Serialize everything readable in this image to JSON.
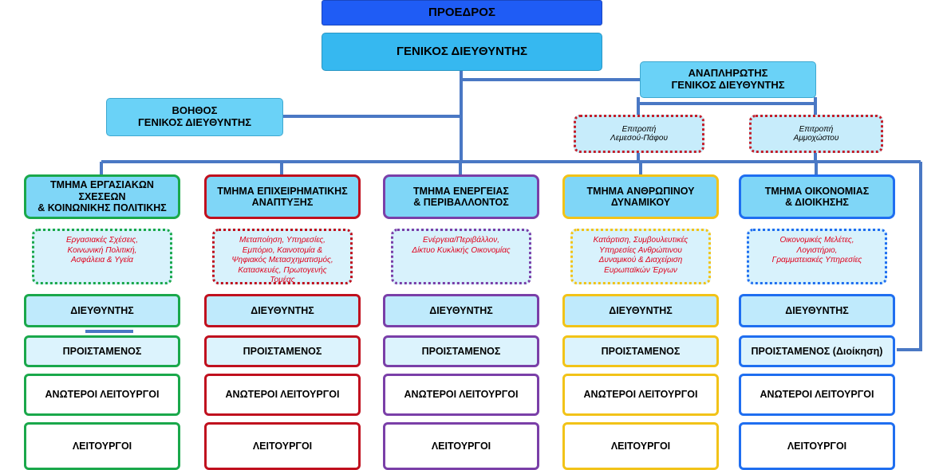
{
  "president": "ΠΡΟΕΔΡΟΣ",
  "general_manager": "ΓΕΝΙΚΟΣ ΔΙΕΥΘΥΝΤΗΣ",
  "deputy_gm": "ΑΝΑΠΛΗΡΩΤΗΣ\nΓΕΝΙΚΟΣ ΔΙΕΥΘΥΝΤΗΣ",
  "assistant_gm": "ΒΟΗΘΟΣ\nΓΕΝΙΚΟΣ ΔΙΕΥΘΥΝΤΗΣ",
  "committees": [
    {
      "label": "Επιτροπή\nΛεμεσού-Πάφου"
    },
    {
      "label": "Επιτροπή\nΑμμοχώστου"
    }
  ],
  "colors": {
    "green": "#1aa84b",
    "red": "#c0101e",
    "purple": "#7a3fa8",
    "yellow": "#f2c318",
    "blue": "#1f6ef0",
    "connector": "#4a78c4",
    "description_text": "#e0001b"
  },
  "departments": [
    {
      "name": "ΤΜΗΜΑ ΕΡΓΑΣΙΑΚΩΝ\nΣΧΕΣΕΩΝ\n& ΚΟΙΝΩΝΙΚΗΣ ΠΟΛΙΤΙΚΗΣ",
      "color": "green",
      "description": "Εργασιακές Σχέσεις,\nΚοινωνική Πολιτική,\nΑσφάλεια & Υγεία",
      "director": "ΔΙΕΥΘΥΝΤΗΣ",
      "head": "ΠΡΟΙΣΤΑΜΕΝΟΣ",
      "senior": "ΑΝΩΤΕΡΟΙ ΛΕΙΤΟΥΡΓΟΙ",
      "officers": "ΛΕΙΤΟΥΡΓΟΙ"
    },
    {
      "name": "ΤΜΗΜΑ ΕΠΙΧΕΙΡΗΜΑΤΙΚΗΣ\nΑΝΑΠΤΥΞΗΣ",
      "color": "red",
      "description": "Μεταποίηση, Υπηρεσίες,\nΕμπόριο, Καινοτομία &\nΨηφιακός Μετασχηματισμός,\nΚατασκευές, Πρωτογενής\nΤομέας",
      "director": "ΔΙΕΥΘΥΝΤΗΣ",
      "head": "ΠΡΟΙΣΤΑΜΕΝΟΣ",
      "senior": "ΑΝΩΤΕΡΟΙ ΛΕΙΤΟΥΡΓΟΙ",
      "officers": "ΛΕΙΤΟΥΡΓΟΙ"
    },
    {
      "name": "ΤΜΗΜΑ ΕΝΕΡΓΕΙΑΣ\n& ΠΕΡΙΒΑΛΛΟΝΤΟΣ",
      "color": "purple",
      "description": "Ενέργεια/Περιβάλλον,\nΔίκτυο Κυκλικής Οικονομίας",
      "director": "ΔΙΕΥΘΥΝΤΗΣ",
      "head": "ΠΡΟΙΣΤΑΜΕΝΟΣ",
      "senior": "ΑΝΩΤΕΡΟΙ ΛΕΙΤΟΥΡΓΟΙ",
      "officers": "ΛΕΙΤΟΥΡΓΟΙ"
    },
    {
      "name": "ΤΜΗΜΑ ΑΝΘΡΩΠΙΝΟΥ\nΔΥΝΑΜΙΚΟΥ",
      "color": "yellow",
      "description": "Κατάρτιση, Συμβουλευτικές\nΥπηρεσίες Ανθρώπινου\nΔυναμικού & Διαχείριση\nΕυρωπαϊκών Έργων",
      "director": "ΔΙΕΥΘΥΝΤΗΣ",
      "head": "ΠΡΟΙΣΤΑΜΕΝΟΣ",
      "senior": "ΑΝΩΤΕΡΟΙ ΛΕΙΤΟΥΡΓΟΙ",
      "officers": "ΛΕΙΤΟΥΡΓΟΙ"
    },
    {
      "name": "ΤΜΗΜΑ ΟΙΚΟΝΟΜΙΑΣ\n& ΔΙΟΙΚΗΣΗΣ",
      "color": "blue",
      "description": "Οικονομικές Μελέτες,\nΛογιστήριο,\nΓραμματειακές Υπηρεσίες",
      "director": "ΔΙΕΥΘΥΝΤΗΣ",
      "head": "ΠΡΟΙΣΤΑΜΕΝΟΣ (Διοίκηση)",
      "senior": "ΑΝΩΤΕΡΟΙ ΛΕΙΤΟΥΡΓΟΙ",
      "officers": "ΛΕΙΤΟΥΡΓΟΙ"
    }
  ]
}
